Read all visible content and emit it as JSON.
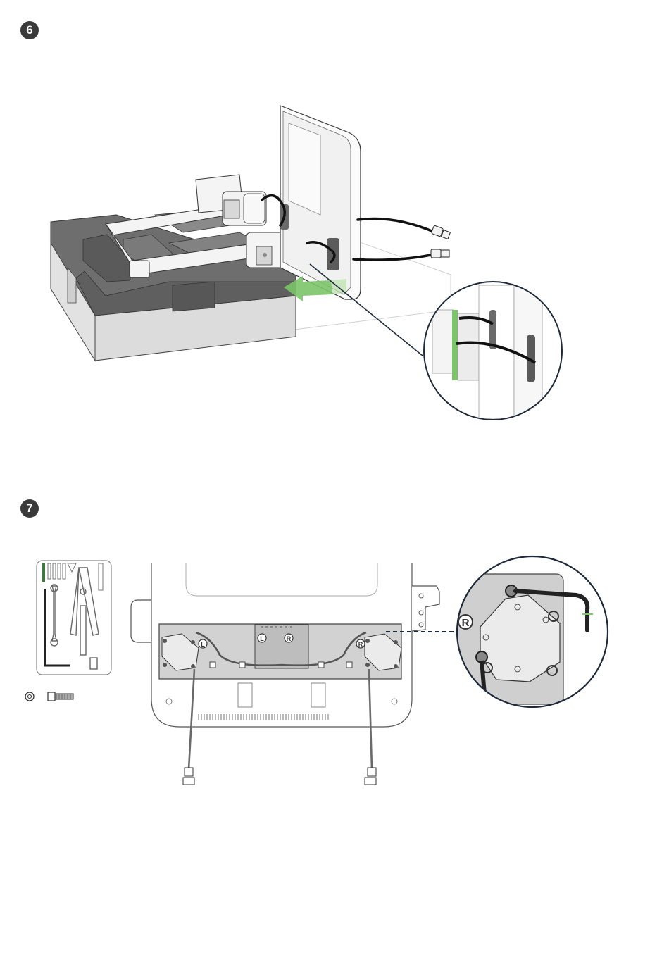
{
  "steps": [
    {
      "number": "6"
    },
    {
      "number": "7"
    }
  ],
  "step7": {
    "side_labels": {
      "left": "L",
      "right": "R"
    },
    "detail_label": "R"
  },
  "colors": {
    "badge": "#3a3a3a",
    "accent_green": "#7cc46a",
    "foam_dark": "#6b6b6b",
    "foam_light": "#d9d9d9",
    "cable": "#111111",
    "outline": "#2b2b2b",
    "circle_outline": "#1e2a3a"
  },
  "icons": [
    "arrow-green-icon",
    "hex-key-icon",
    "wrench-icon",
    "pliers-icon",
    "screwdriver-icon",
    "washer-icon",
    "bolt-icon"
  ]
}
